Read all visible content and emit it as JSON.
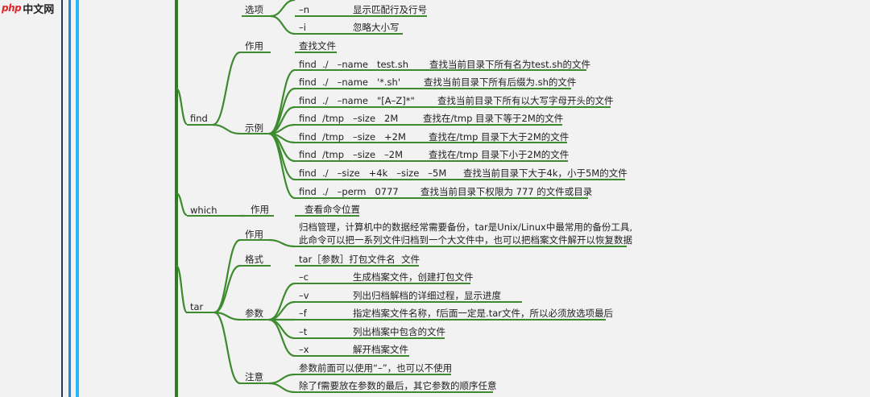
{
  "watermark": {
    "brand": "php",
    "site": "中文网"
  },
  "colors": {
    "branch": "#3d8b2e",
    "trunk": "#2e7d21",
    "bar_blue": "#1e88e5",
    "bar_cyan": "#29b6f6",
    "bar_dark": "#1f3b5a",
    "background": "#f2f2f2"
  },
  "mindmap": {
    "xuanxiang": {
      "label": "选项",
      "items": [
        {
          "flag": "–n",
          "desc": "显示匹配行及行号"
        },
        {
          "flag": "–i",
          "desc": "忽略大小写"
        }
      ]
    },
    "find": {
      "label": "find",
      "zuoyong": {
        "label": "作用",
        "value": "查找文件"
      },
      "shili": {
        "label": "示例",
        "items": [
          {
            "cmd": "find  ./   –name   test.sh",
            "desc": "查找当前目录下所有名为test.sh的文件"
          },
          {
            "cmd": "find  ./   –name   '*.sh'",
            "desc": "查找当前目录下所有后缀为.sh的文件"
          },
          {
            "cmd": "find  ./   –name   \"[A–Z]*\"",
            "desc": "查找当前目录下所有以大写字母开头的文件"
          },
          {
            "cmd": "find  /tmp   –size   2M",
            "desc": "查找在/tmp 目录下等于2M的文件"
          },
          {
            "cmd": "find  /tmp   –size   +2M",
            "desc": "查找在/tmp 目录下大于2M的文件"
          },
          {
            "cmd": "find  /tmp   –size   –2M",
            "desc": "查找在/tmp 目录下小于2M的文件"
          },
          {
            "cmd": "find  ./   –size   +4k   –size   –5M",
            "desc": "查找当前目录下大于4k，小于5M的文件"
          },
          {
            "cmd": "find  ./   –perm   0777",
            "desc": "查找当前目录下权限为 777 的文件或目录"
          }
        ]
      }
    },
    "which": {
      "label": "which",
      "zuoyong": {
        "label": "作用",
        "value": "查看命令位置"
      }
    },
    "tar": {
      "label": "tar",
      "zuoyong": {
        "label": "作用",
        "lines": [
          "归档管理，计算机中的数据经常需要备份，tar是Unix/Linux中最常用的备份工具,",
          "此命令可以把一系列文件归档到一个大文件中，也可以把档案文件解开以恢复数据"
        ]
      },
      "geshi": {
        "label": "格式",
        "value": "tar［参数］打包文件名  文件"
      },
      "canshu": {
        "label": "参数",
        "items": [
          {
            "flag": "–c",
            "desc": "生成档案文件，创建打包文件"
          },
          {
            "flag": "–v",
            "desc": "列出归档解档的详细过程，显示进度"
          },
          {
            "flag": "–f",
            "desc": "指定档案文件名称，f后面一定是.tar文件，所以必须放选项最后"
          },
          {
            "flag": "–t",
            "desc": "列出档案中包含的文件"
          },
          {
            "flag": "–x",
            "desc": "解开档案文件"
          }
        ]
      },
      "zhuyi": {
        "label": "注意",
        "lines": [
          "参数前面可以使用“–”，也可以不使用",
          "除了f需要放在参数的最后，其它参数的顺序任意"
        ]
      }
    }
  }
}
